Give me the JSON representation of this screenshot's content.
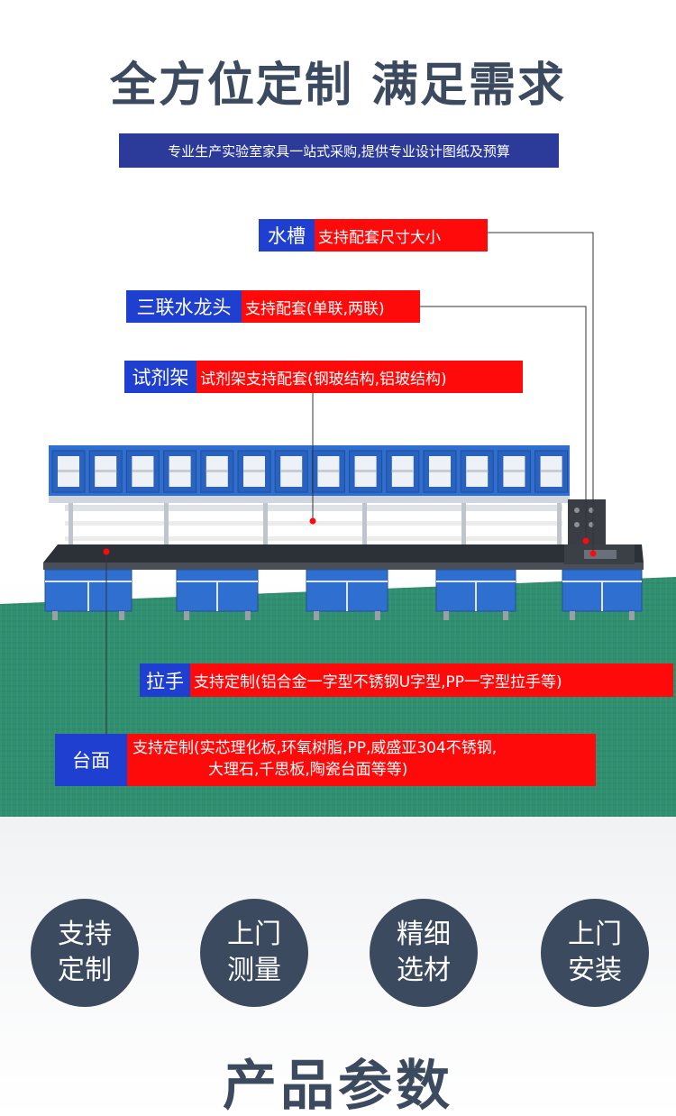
{
  "header": {
    "title": "全方位定制 满足需求",
    "subtitle": "专业生产实验室家具一站式采购,提供专业设计图纸及预算"
  },
  "callouts": {
    "sink": {
      "label": "水槽",
      "desc": "支持配套尺寸大小"
    },
    "faucet": {
      "label": "三联水龙头",
      "desc": "支持配套(单联,两联)"
    },
    "rack": {
      "label": "试剂架",
      "desc": "试剂架支持配套(钢玻结构,铝玻结构)"
    },
    "handle": {
      "label": "拉手",
      "desc": "支持定制(铝合金一字型不锈钢U字型,PP一字型拉手等)"
    },
    "countertop": {
      "label": "台面",
      "desc_line1": "支持定制(实芯理化板,环氧树脂,PP,威盛亚304不锈钢,",
      "desc_line2": "大理石,千思板,陶瓷台面等等)"
    }
  },
  "features": [
    {
      "text": "支持\n定制"
    },
    {
      "text": "上门\n测量"
    },
    {
      "text": "精细\n选材"
    },
    {
      "text": "上门\n安装"
    }
  ],
  "section": {
    "title": "产品参数"
  },
  "colors": {
    "dark": "#3b4a5e",
    "blue": "#1e3fd0",
    "red": "#ff0a0a",
    "navy": "#2c3a9a",
    "floor": "#2f8f6f",
    "cabinet": "#2f6fd0"
  }
}
